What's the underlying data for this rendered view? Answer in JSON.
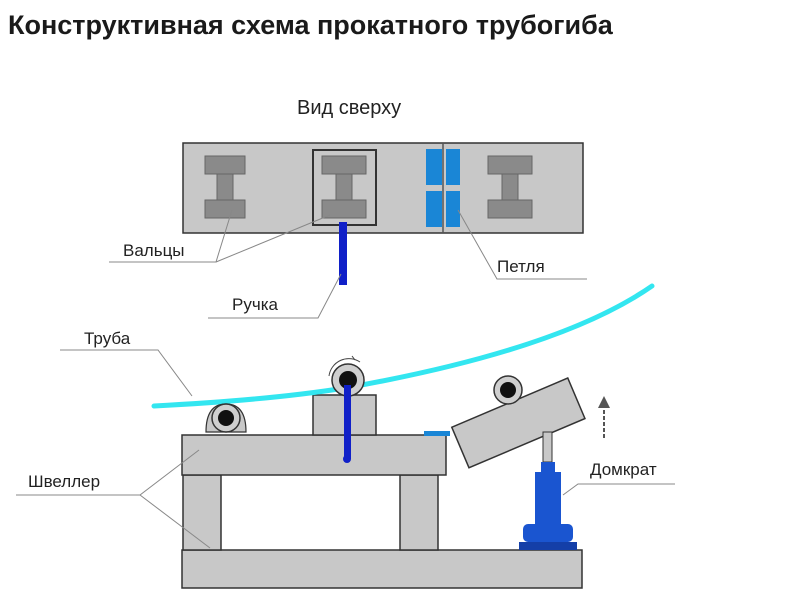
{
  "title": "Конструктивная схема прокатного трубогиба",
  "labels": {
    "top_view": "Вид сверху",
    "rollers": "Вальцы",
    "hinge": "Петля",
    "handle": "Ручка",
    "pipe": "Труба",
    "channel": "Швеллер",
    "jack": "Домкрат"
  },
  "colors": {
    "pipe": "#33e6f0",
    "handle": "#1020c8",
    "hinge": "#1a86d6",
    "jack": "#1a55d0",
    "steel": "#c8c8c8"
  }
}
